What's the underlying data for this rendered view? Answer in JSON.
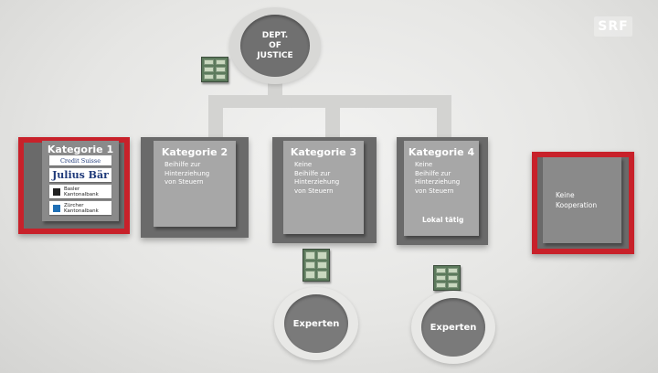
{
  "doj": {
    "line1": "DEPT.",
    "line2": "OF",
    "line3": "JUSTICE"
  },
  "categories": [
    {
      "title": "Kategorie 1",
      "banks": [
        "Credit Suisse",
        "Julius Bär",
        "Basler Kantonalbank",
        "Zürcher Kantonalbank"
      ]
    },
    {
      "title": "Kategorie 2",
      "desc": [
        "Beihilfe zur",
        "Hinterziehung",
        "von Steuern"
      ]
    },
    {
      "title": "Kategorie 3",
      "desc": [
        "Keine",
        "Beihilfe zur",
        "Hinterziehung",
        "von Steuern"
      ]
    },
    {
      "title": "Kategorie 4",
      "desc": [
        "Keine",
        "Beihilfe zur",
        "Hinterziehung",
        "von Steuern"
      ],
      "extra": "Lokal tätig"
    },
    {
      "desc": [
        "Keine",
        "Kooperation"
      ]
    }
  ],
  "experts": [
    {
      "label": "Experten"
    },
    {
      "label": "Experten"
    }
  ],
  "logo": "SRF",
  "colors": {
    "highlight": "#c8212a",
    "card": "#a7a7a7",
    "plate": "#6a6a6a"
  }
}
